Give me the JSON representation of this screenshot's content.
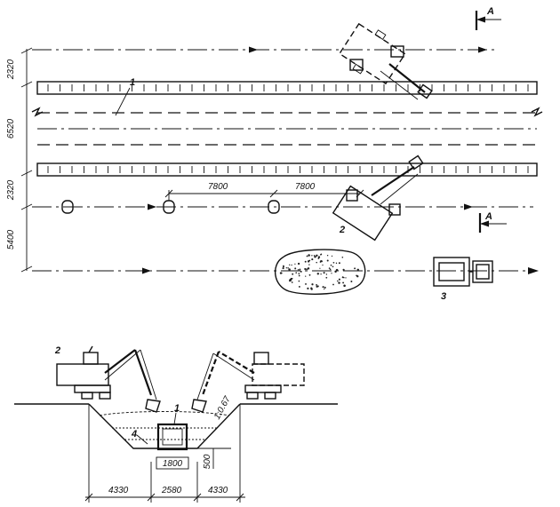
{
  "plan": {
    "section_marker": "A",
    "section_marker_lower": "A",
    "dim_top_band": "2320",
    "dim_pipe_band": "6520",
    "dim_mid_band": "2320",
    "dim_bottom_band": "5400",
    "dim_spacing_1": "7800",
    "dim_spacing_2": "7800",
    "label_pipe": "1",
    "label_excavator": "2",
    "label_truck": "3"
  },
  "section": {
    "label_pipe": "1",
    "label_excavator": "2",
    "label_layer": "4",
    "slope": "1:0.67",
    "dim_base": "1800",
    "dim_depth": "500",
    "dim_left": "4330",
    "dim_mid": "2580",
    "dim_right": "4330"
  }
}
